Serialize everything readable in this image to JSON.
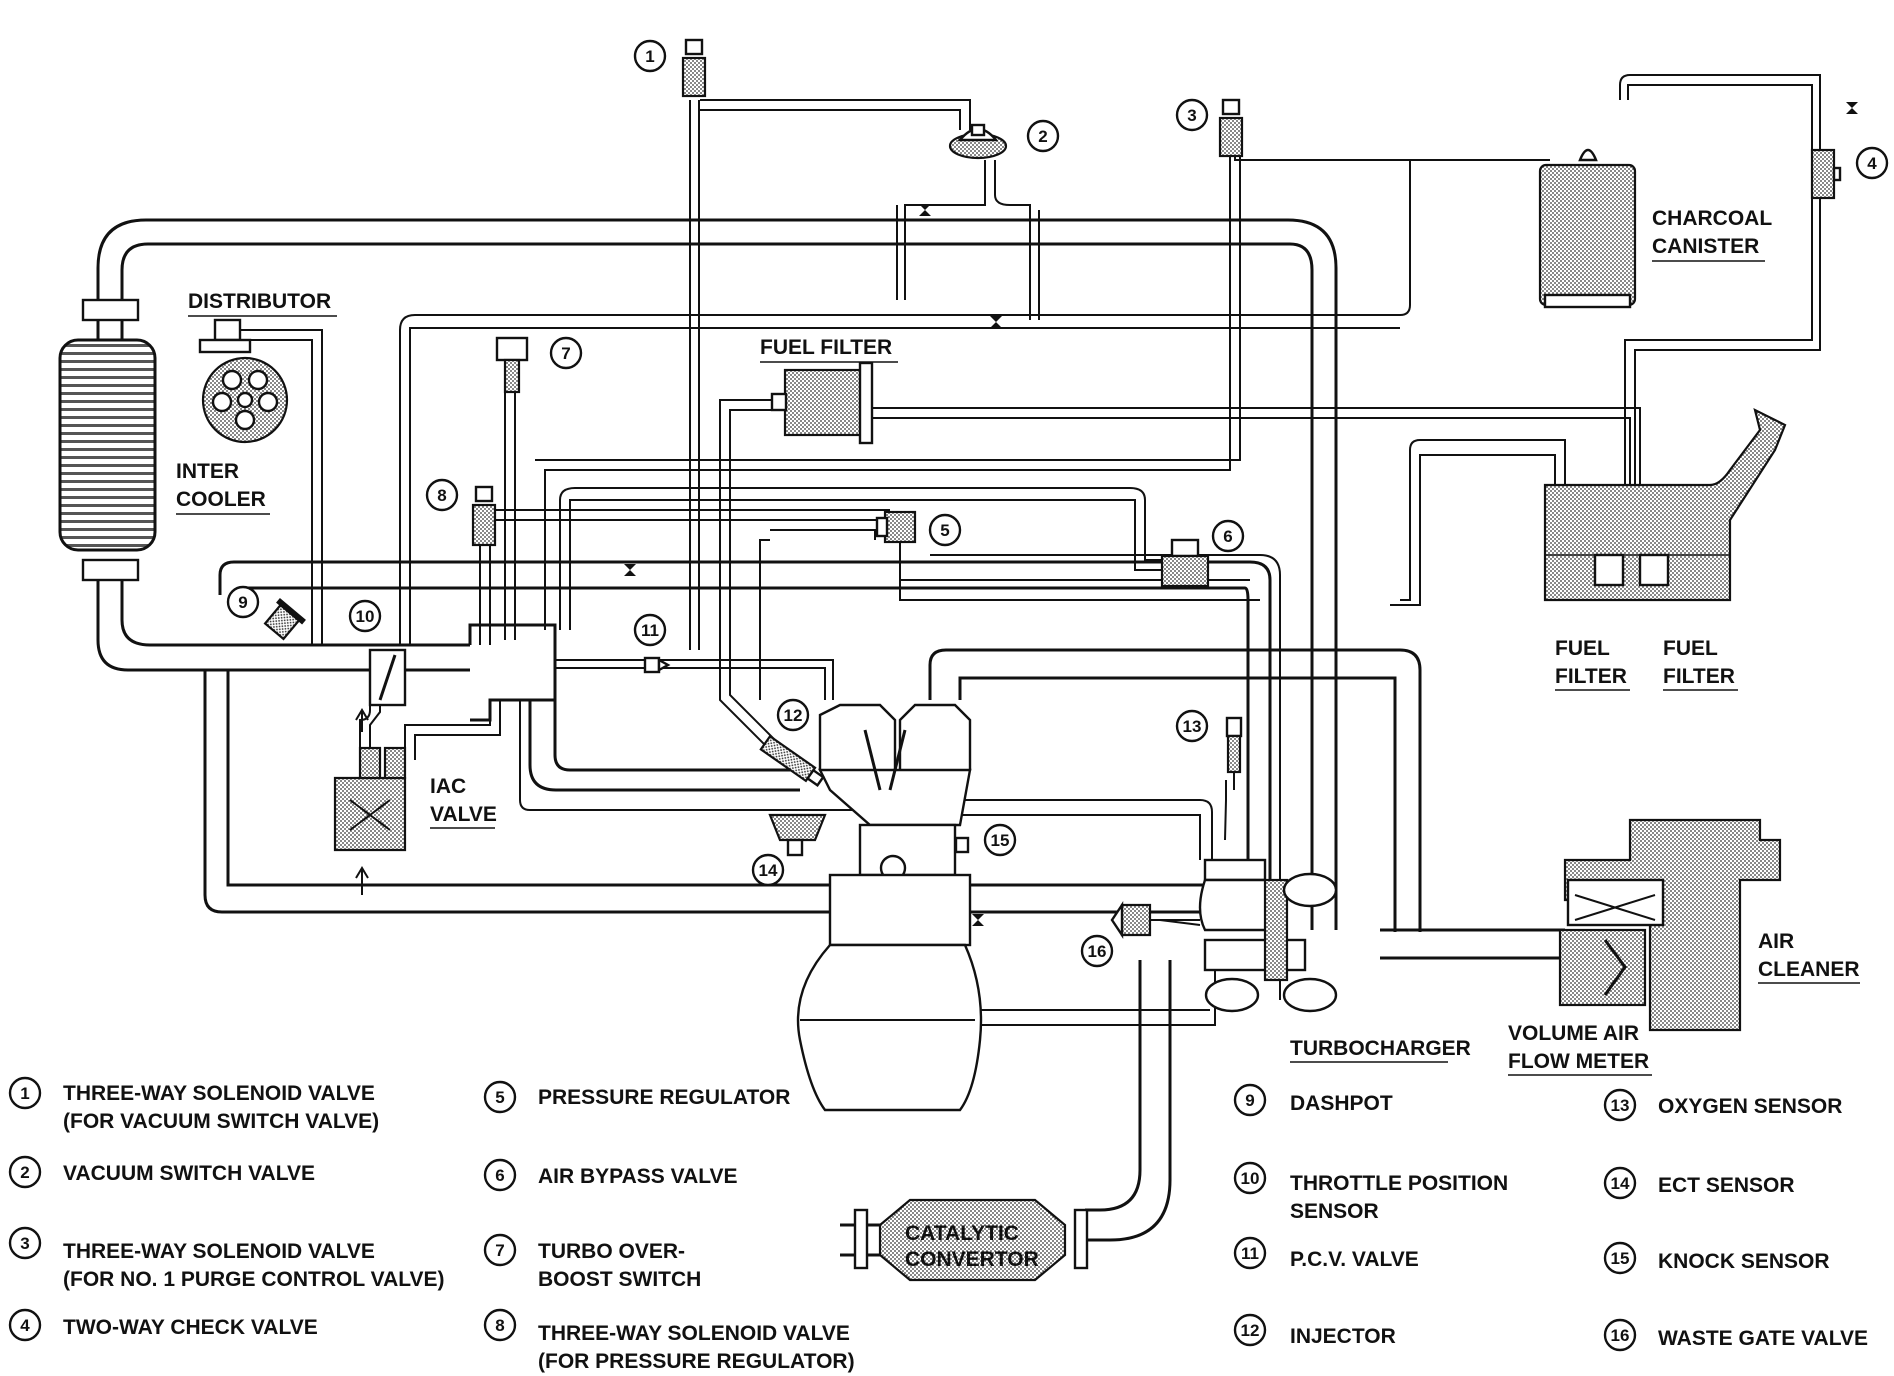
{
  "components": {
    "distributor": "DISTRIBUTOR",
    "inter_cooler": [
      "INTER",
      "COOLER"
    ],
    "iac_valve": [
      "IAC",
      "VALVE"
    ],
    "fuel_filter_top": "FUEL FILTER",
    "charcoal_canister": [
      "CHARCOAL",
      "CANISTER"
    ],
    "tank_filter_left": [
      "FUEL",
      "FILTER"
    ],
    "tank_filter_right": [
      "FUEL",
      "FILTER"
    ],
    "air_cleaner": [
      "AIR",
      "CLEANER"
    ],
    "turbocharger": "TURBOCHARGER",
    "volume_air_flow_meter": [
      "VOLUME AIR",
      "FLOW METER"
    ],
    "catalytic_convertor": [
      "CATALYTIC",
      "CONVERTOR"
    ]
  },
  "callouts": [
    "1",
    "2",
    "3",
    "4",
    "5",
    "6",
    "7",
    "8",
    "9",
    "10",
    "11",
    "12",
    "13",
    "14",
    "15",
    "16"
  ],
  "legend": [
    {
      "num": "1",
      "lines": [
        "THREE-WAY SOLENOID VALVE",
        "(FOR VACUUM SWITCH VALVE)"
      ]
    },
    {
      "num": "2",
      "lines": [
        "VACUUM SWITCH VALVE"
      ]
    },
    {
      "num": "3",
      "lines": [
        "THREE-WAY SOLENOID VALVE",
        "(FOR NO. 1 PURGE CONTROL VALVE)"
      ]
    },
    {
      "num": "4",
      "lines": [
        "TWO-WAY CHECK VALVE"
      ]
    },
    {
      "num": "5",
      "lines": [
        "PRESSURE REGULATOR"
      ]
    },
    {
      "num": "6",
      "lines": [
        "AIR BYPASS VALVE"
      ]
    },
    {
      "num": "7",
      "lines": [
        "TURBO OVER-",
        "BOOST SWITCH"
      ]
    },
    {
      "num": "8",
      "lines": [
        "THREE-WAY SOLENOID VALVE",
        "(FOR PRESSURE REGULATOR)"
      ]
    },
    {
      "num": "9",
      "lines": [
        "DASHPOT"
      ]
    },
    {
      "num": "10",
      "lines": [
        "THROTTLE POSITION",
        "SENSOR"
      ]
    },
    {
      "num": "11",
      "lines": [
        "P.C.V. VALVE"
      ]
    },
    {
      "num": "12",
      "lines": [
        "INJECTOR"
      ]
    },
    {
      "num": "13",
      "lines": [
        "OXYGEN SENSOR"
      ]
    },
    {
      "num": "14",
      "lines": [
        "ECT SENSOR"
      ]
    },
    {
      "num": "15",
      "lines": [
        "KNOCK SENSOR"
      ]
    },
    {
      "num": "16",
      "lines": [
        "WASTE GATE VALVE"
      ]
    }
  ]
}
